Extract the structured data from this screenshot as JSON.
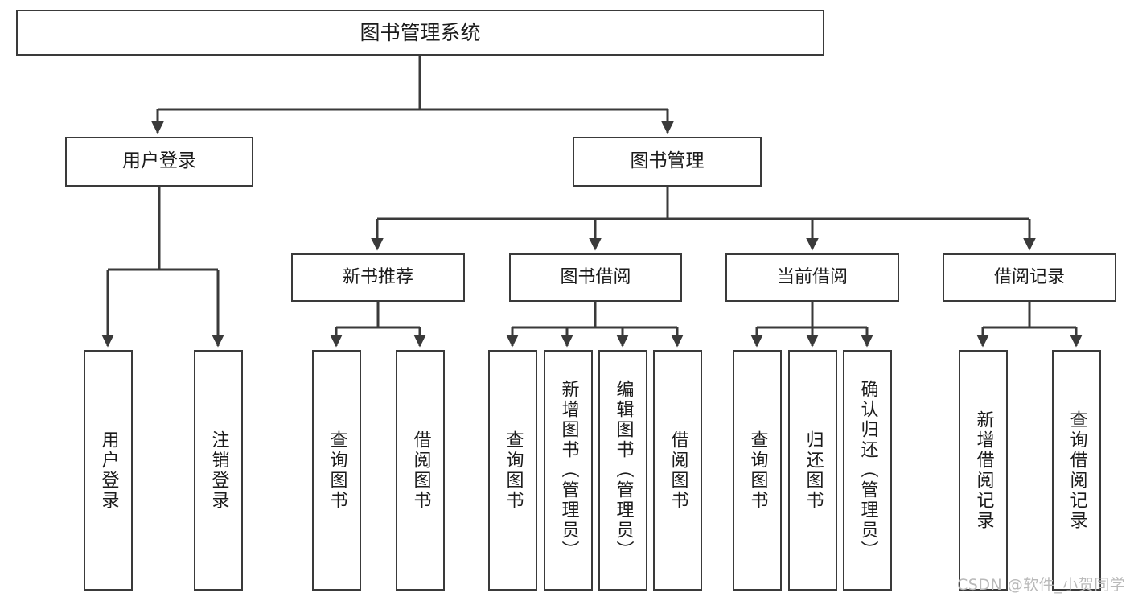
{
  "diagram": {
    "title": "图书管理系统",
    "type": "functional-hierarchy-tree",
    "colors": {
      "box_border": "#3a3a3a",
      "box_fill": "#ffffff",
      "connector": "#3a3a3a",
      "text": "#1b1b1b",
      "watermark": "#b9b9b9"
    },
    "root": {
      "label": "图书管理系统"
    },
    "level2": [
      {
        "label": "用户登录"
      },
      {
        "label": "图书管理"
      }
    ],
    "level3": [
      {
        "label": "新书推荐"
      },
      {
        "label": "图书借阅"
      },
      {
        "label": "当前借阅"
      },
      {
        "label": "借阅记录"
      }
    ],
    "leaves": {
      "user_login": [
        {
          "label": "用户登录"
        },
        {
          "label": "注销登录"
        }
      ],
      "new_book_rec": [
        {
          "label": "查询图书"
        },
        {
          "label": "借阅图书"
        }
      ],
      "book_borrow": [
        {
          "label": "查询图书"
        },
        {
          "label": "新增图书（管理员）"
        },
        {
          "label": "编辑图书（管理员）"
        },
        {
          "label": "借阅图书"
        }
      ],
      "cur_borrow": [
        {
          "label": "查询图书"
        },
        {
          "label": "归还图书"
        },
        {
          "label": "确认归还（管理员）"
        }
      ],
      "borrow_rec": [
        {
          "label": "新增借阅记录"
        },
        {
          "label": "查询借阅记录"
        }
      ]
    }
  },
  "watermark": {
    "text": "CSDN @软件_小贺同学"
  }
}
